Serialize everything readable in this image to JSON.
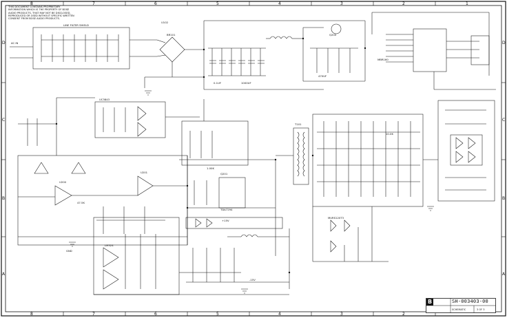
{
  "sheet": {
    "notice": "THIS DOCUMENT CONTAINS PROPRIETARY INFORMATION WHICH IS THE PROPERTY OF BOSE AUDIO PRODUCTS, THAT MAY NOT BE DISCLOSED, REPRODUCED OR USED WITHOUT SPECIFIC WRITTEN CONSENT FROM BOSE AUDIO PRODUCTS.",
    "column_zones": [
      "8",
      "7",
      "6",
      "5",
      "4",
      "3",
      "2",
      "1"
    ],
    "row_zones": [
      "D",
      "C",
      "B",
      "A"
    ],
    "doc_number": "SH-003403-00",
    "title_small": "SCHEMATIC",
    "sheet_index": "3 OF 3"
  },
  "components": {
    "line_filter": "LINE FILTER SHIELD",
    "ac_input": "AC IN",
    "u_main": "U102",
    "u_bridge": "BR101",
    "u_amp_a": "U200",
    "u_amp_b": "U201",
    "q_driver": "Q200",
    "q_output": "Q201",
    "transformer": "T101",
    "d_zener": "MURS120T3",
    "d_rect": "MBR160",
    "op_amp": "LM324",
    "ic_ctrl": "UC3843",
    "ic_out": "TDA7294",
    "res_1k": "1.00K",
    "res_10k": "10.0K",
    "res_47k": "47.5K",
    "cap_100n": "0.1UF",
    "cap_470u": "470UF",
    "cap_1000u": "1000UF",
    "rail_pos": "+15V",
    "rail_neg": "-15V",
    "gnd": "GND"
  },
  "colors": {
    "ink": "#111111",
    "paper": "#ffffff"
  }
}
